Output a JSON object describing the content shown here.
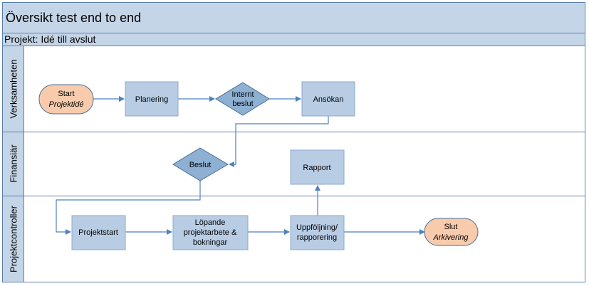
{
  "title": "Översikt test end to end",
  "subtitle": "Projekt: Idé till avslut",
  "lanes": [
    "Verksamheten",
    "Finansiär",
    "Projektcontroller"
  ],
  "nodes": {
    "start": {
      "line1": "Start",
      "line2": "Projektidé"
    },
    "planering": "Planering",
    "internt_beslut": {
      "line1": "Internt",
      "line2": "beslut"
    },
    "ansokan": "Ansökan",
    "beslut": "Beslut",
    "rapport": "Rapport",
    "projektstart": "Projektstart",
    "lopande": {
      "line1": "Löpande",
      "line2": "projektarbete &",
      "line3": "bokningar"
    },
    "uppfoljning": {
      "line1": "Uppföljning/",
      "line2": "rapporering"
    },
    "slut": {
      "line1": "Slut",
      "line2": "Arkivering"
    }
  },
  "colors": {
    "lane_header": "#c5d5e8",
    "border": "#5b80a8",
    "process_fill": "#b8cce4",
    "process_stroke": "#8eaacc",
    "decision_fill": "#8eb0d3",
    "terminal_fill": "#f8cbad",
    "terminal_stroke": "#4a6e96",
    "arrow": "#4f81bd"
  }
}
